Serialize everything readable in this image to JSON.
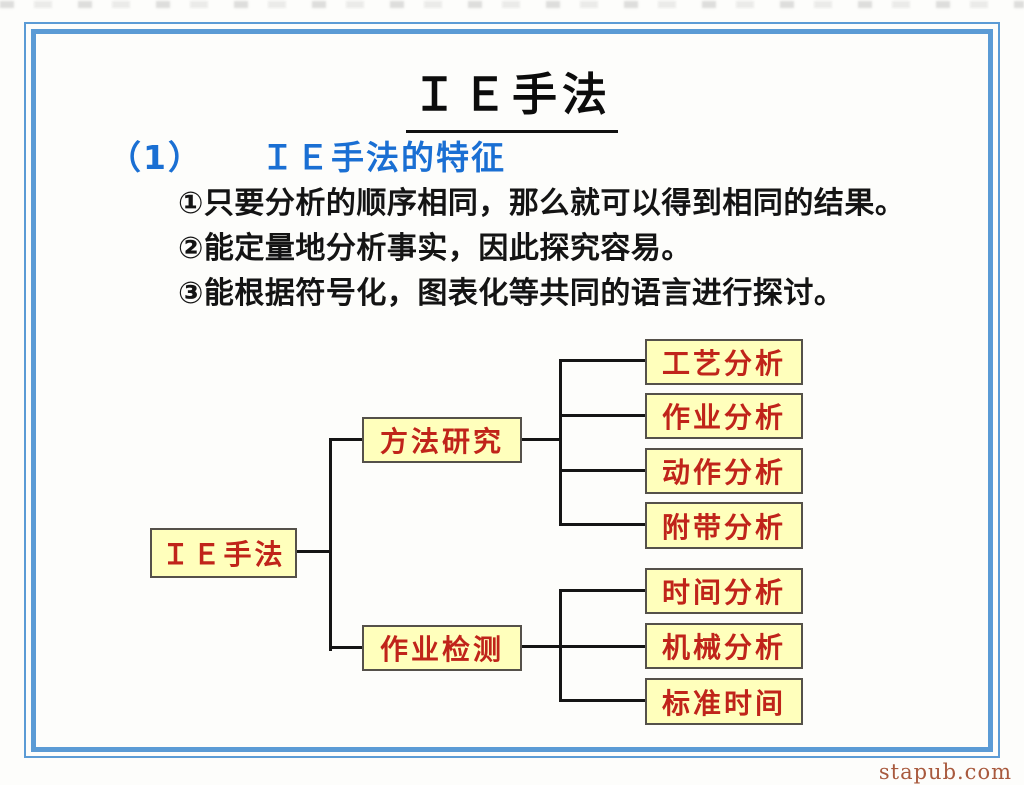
{
  "slide": {
    "title": "ＩＥ手法",
    "heading": {
      "number": "（1）",
      "text": "ＩＥ手法的特征"
    },
    "bullets": [
      "①只要分析的顺序相同，那么就可以得到相同的结果。",
      "②能定量地分析事实，因此探究容易。",
      "③能根据符号化，图表化等共同的语言进行探讨。"
    ],
    "diagram": {
      "root": "ＩＥ手法",
      "branches": [
        {
          "label": "方法研究",
          "children": [
            "工艺分析",
            "作业分析",
            "动作分析",
            "附带分析"
          ]
        },
        {
          "label": "作业检测",
          "children": [
            "时间分析",
            "机械分析",
            "标准时间"
          ]
        }
      ]
    }
  },
  "watermark": "stapub.com",
  "colors": {
    "frame_blue": "#5B9BD5",
    "heading_blue": "#1A6FD3",
    "node_fill": "#FFFFBC",
    "node_text": "#C0241A",
    "node_border": "#55514A",
    "line_black": "#151515",
    "watermark_text": "#A8593D"
  }
}
